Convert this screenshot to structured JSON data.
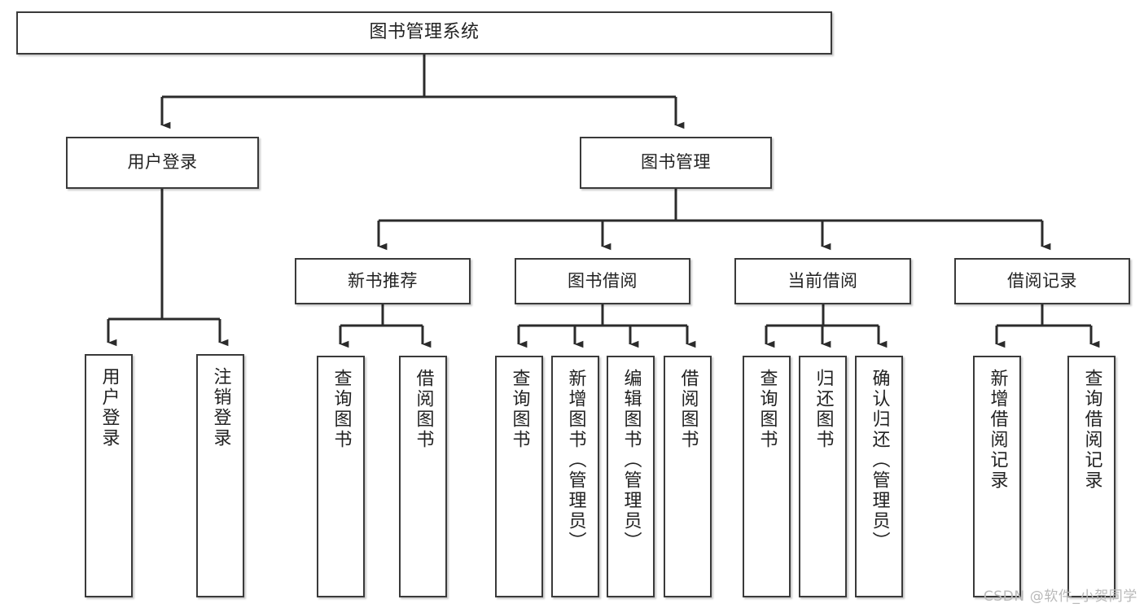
{
  "diagram": {
    "title": "图书管理系统",
    "type": "hierarchy-tree",
    "watermark": "CSDN @软件_小贺同学",
    "colors": {
      "box_border": "#3a3a3a",
      "box_fill": "#ffffff",
      "connector": "#2b2b2b",
      "text": "#222222",
      "watermark": "#b9b9b9"
    },
    "levels": {
      "root": {
        "label": "图书管理系统"
      },
      "level2": [
        {
          "label": "用户登录"
        },
        {
          "label": "图书管理"
        }
      ],
      "level3": [
        {
          "label": "新书推荐"
        },
        {
          "label": "图书借阅"
        },
        {
          "label": "当前借阅"
        },
        {
          "label": "借阅记录"
        }
      ],
      "leaves": {
        "user_login": [
          {
            "label": "用户登录"
          },
          {
            "label": "注销登录"
          }
        ],
        "new_book_recommend": [
          {
            "label": "查询图书"
          },
          {
            "label": "借阅图书"
          }
        ],
        "book_borrow": [
          {
            "label": "查询图书"
          },
          {
            "label": "新增图书（管理员）"
          },
          {
            "label": "编辑图书（管理员）"
          },
          {
            "label": "借阅图书"
          }
        ],
        "current_borrow": [
          {
            "label": "查询图书"
          },
          {
            "label": "归还图书"
          },
          {
            "label": "确认归还（管理员）"
          }
        ],
        "borrow_record": [
          {
            "label": "新增借阅记录"
          },
          {
            "label": "查询借阅记录"
          }
        ]
      }
    }
  }
}
